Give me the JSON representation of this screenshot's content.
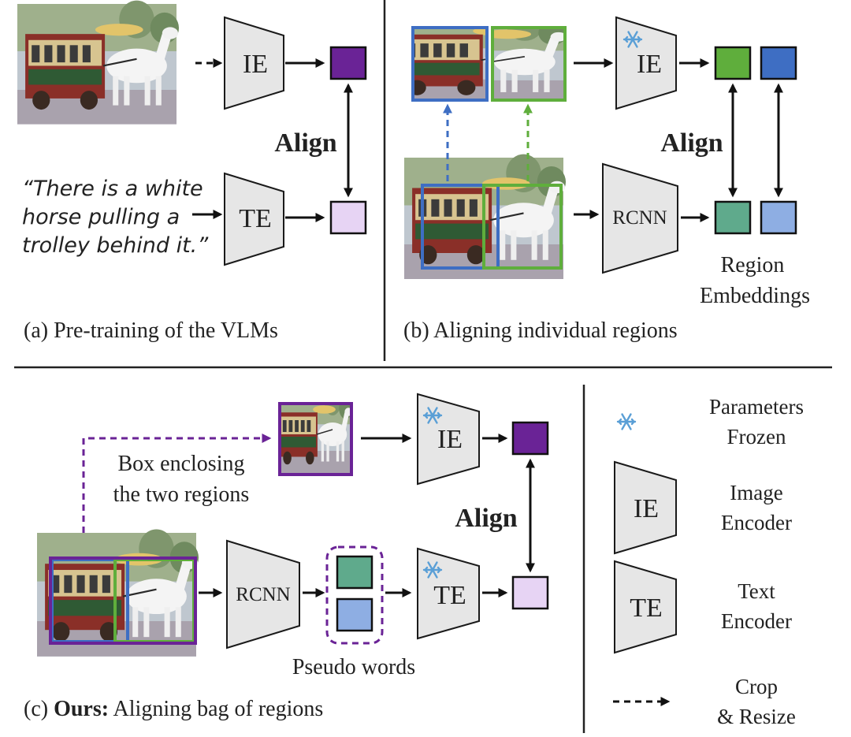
{
  "panel_a": {
    "quote_line1": "“There is a white",
    "quote_line2": "horse pulling a",
    "quote_line3": "trolley behind it.”",
    "image_encoder": "IE",
    "text_encoder": "TE",
    "align": "Align",
    "caption": "(a) Pre-training of the VLMs"
  },
  "panel_b": {
    "image_encoder": "IE",
    "detector": "RCNN",
    "align": "Align",
    "region_label_line1": "Region",
    "region_label_line2": "Embeddings",
    "caption": "(b) Aligning individual regions"
  },
  "panel_c": {
    "image_encoder": "IE",
    "text_encoder": "TE",
    "detector": "RCNN",
    "align": "Align",
    "box_label_line1": "Box enclosing",
    "box_label_line2": "the two regions",
    "pseudo_words": "Pseudo words",
    "caption_prefix": "(c) ",
    "caption_bold": "Ours:",
    "caption_rest": " Aligning bag of regions"
  },
  "legend": {
    "frozen_line1": "Parameters",
    "frozen_line2": "Frozen",
    "ie_short": "IE",
    "ie_line1": "Image",
    "ie_line2": "Encoder",
    "te_short": "TE",
    "te_line1": "Text",
    "te_line2": "Encoder",
    "crop_line1": "Crop",
    "crop_line2": "& Resize"
  },
  "icons": {
    "frozen": "snowflake-icon",
    "photo": "horse-trolley-photo"
  },
  "colors": {
    "purple_dark": "#6a2396",
    "purple_light": "#e7d4f4",
    "green": "#5fae3c",
    "blue": "#3e6ec3",
    "teal": "#5faa8c",
    "blue_light": "#8eaee3",
    "snowflake": "#5a9fd6",
    "encoder_fill": "#e6e6e6"
  }
}
